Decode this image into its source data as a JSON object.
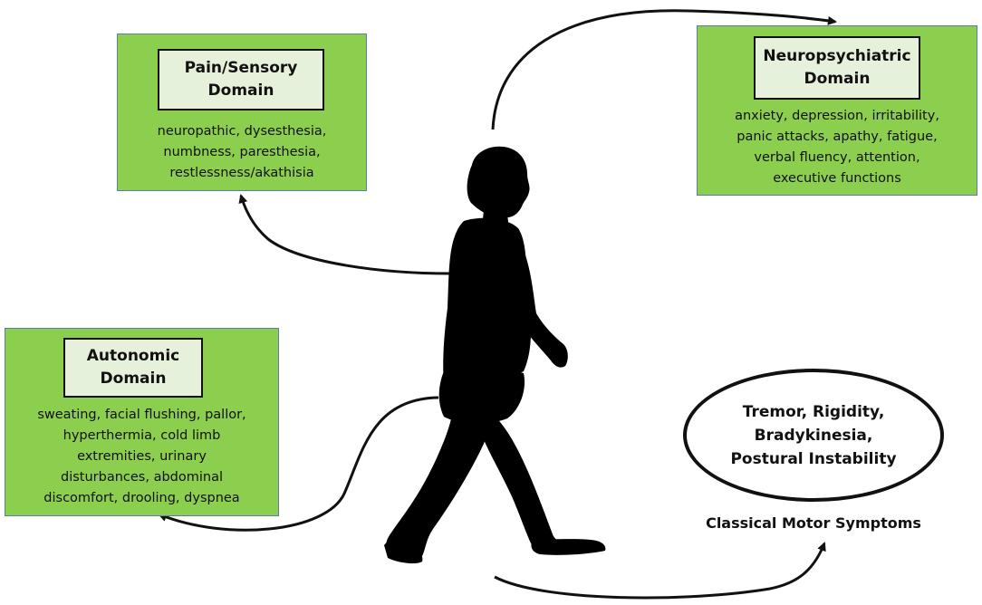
{
  "pain_sensory": {
    "title_lines": [
      "Pain/Sensory",
      "Domain"
    ],
    "desc_lines": [
      "neuropathic, dysesthesia,",
      "numbness, paresthesia,",
      "restlessness/akathisia"
    ]
  },
  "neuropsychiatric": {
    "title_lines": [
      "Neuropsychiatric",
      "Domain"
    ],
    "desc_lines": [
      "anxiety, depression, irritability,",
      "panic attacks, apathy, fatigue,",
      "verbal fluency, attention,",
      "executive functions"
    ]
  },
  "autonomic": {
    "title_lines": [
      "Autonomic",
      "Domain"
    ],
    "desc_lines": [
      "sweating, facial flushing, pallor,",
      "hyperthermia, cold limb",
      "extremities, urinary",
      "disturbances, abdominal",
      "discomfort, drooling, dyspnea"
    ]
  },
  "motor": {
    "symptom_lines": [
      "Tremor, Rigidity,",
      "Bradykinesia,",
      "Postural Instability"
    ],
    "caption": "Classical Motor Symptoms"
  },
  "colors": {
    "box_fill": "#8ccf4e",
    "title_fill": "#e6f1dc",
    "ink": "#111111"
  }
}
